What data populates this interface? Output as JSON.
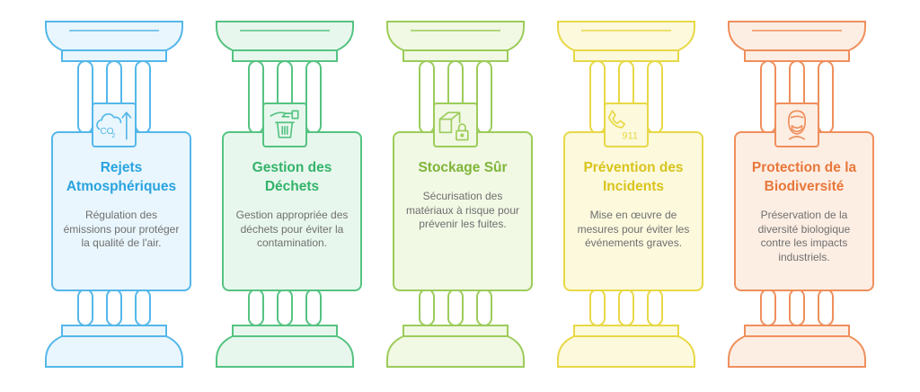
{
  "pillars": [
    {
      "title": "Rejets Atmosphériques",
      "description": "Régulation des émissions pour protéger la qualité de l'air.",
      "icon": "co2-cloud-icon",
      "icon_text": "CO",
      "icon_sub": "2",
      "colors": {
        "stroke": "#54b7ea",
        "fill": "#e9f6fd",
        "title": "#29a3df"
      }
    },
    {
      "title": "Gestion des Déchets",
      "description": "Gestion appropriée des déchets pour éviter la contamination.",
      "icon": "hand-trash-icon",
      "colors": {
        "stroke": "#55c382",
        "fill": "#e8f7ed",
        "title": "#33b36a"
      }
    },
    {
      "title": "Stockage Sûr",
      "description": "Sécurisation des matériaux à risque pour prévenir les fuites.",
      "icon": "locked-box-icon",
      "colors": {
        "stroke": "#9ccc5a",
        "fill": "#f1f8e4",
        "title": "#7fb53a"
      }
    },
    {
      "title": "Prévention des Incidents",
      "description": "Mise en œuvre de mesures pour éviter les événements graves.",
      "icon": "phone-911-icon",
      "icon_text": "911",
      "colors": {
        "stroke": "#e8d846",
        "fill": "#fcf9dd",
        "title": "#d9c41d"
      }
    },
    {
      "title": "Protection de la Biodiversité",
      "description": "Préservation de la diversité biologique contre les impacts industriels.",
      "icon": "person-mask-icon",
      "colors": {
        "stroke": "#ef8f5c",
        "fill": "#fdeee4",
        "title": "#e8773a"
      }
    }
  ]
}
